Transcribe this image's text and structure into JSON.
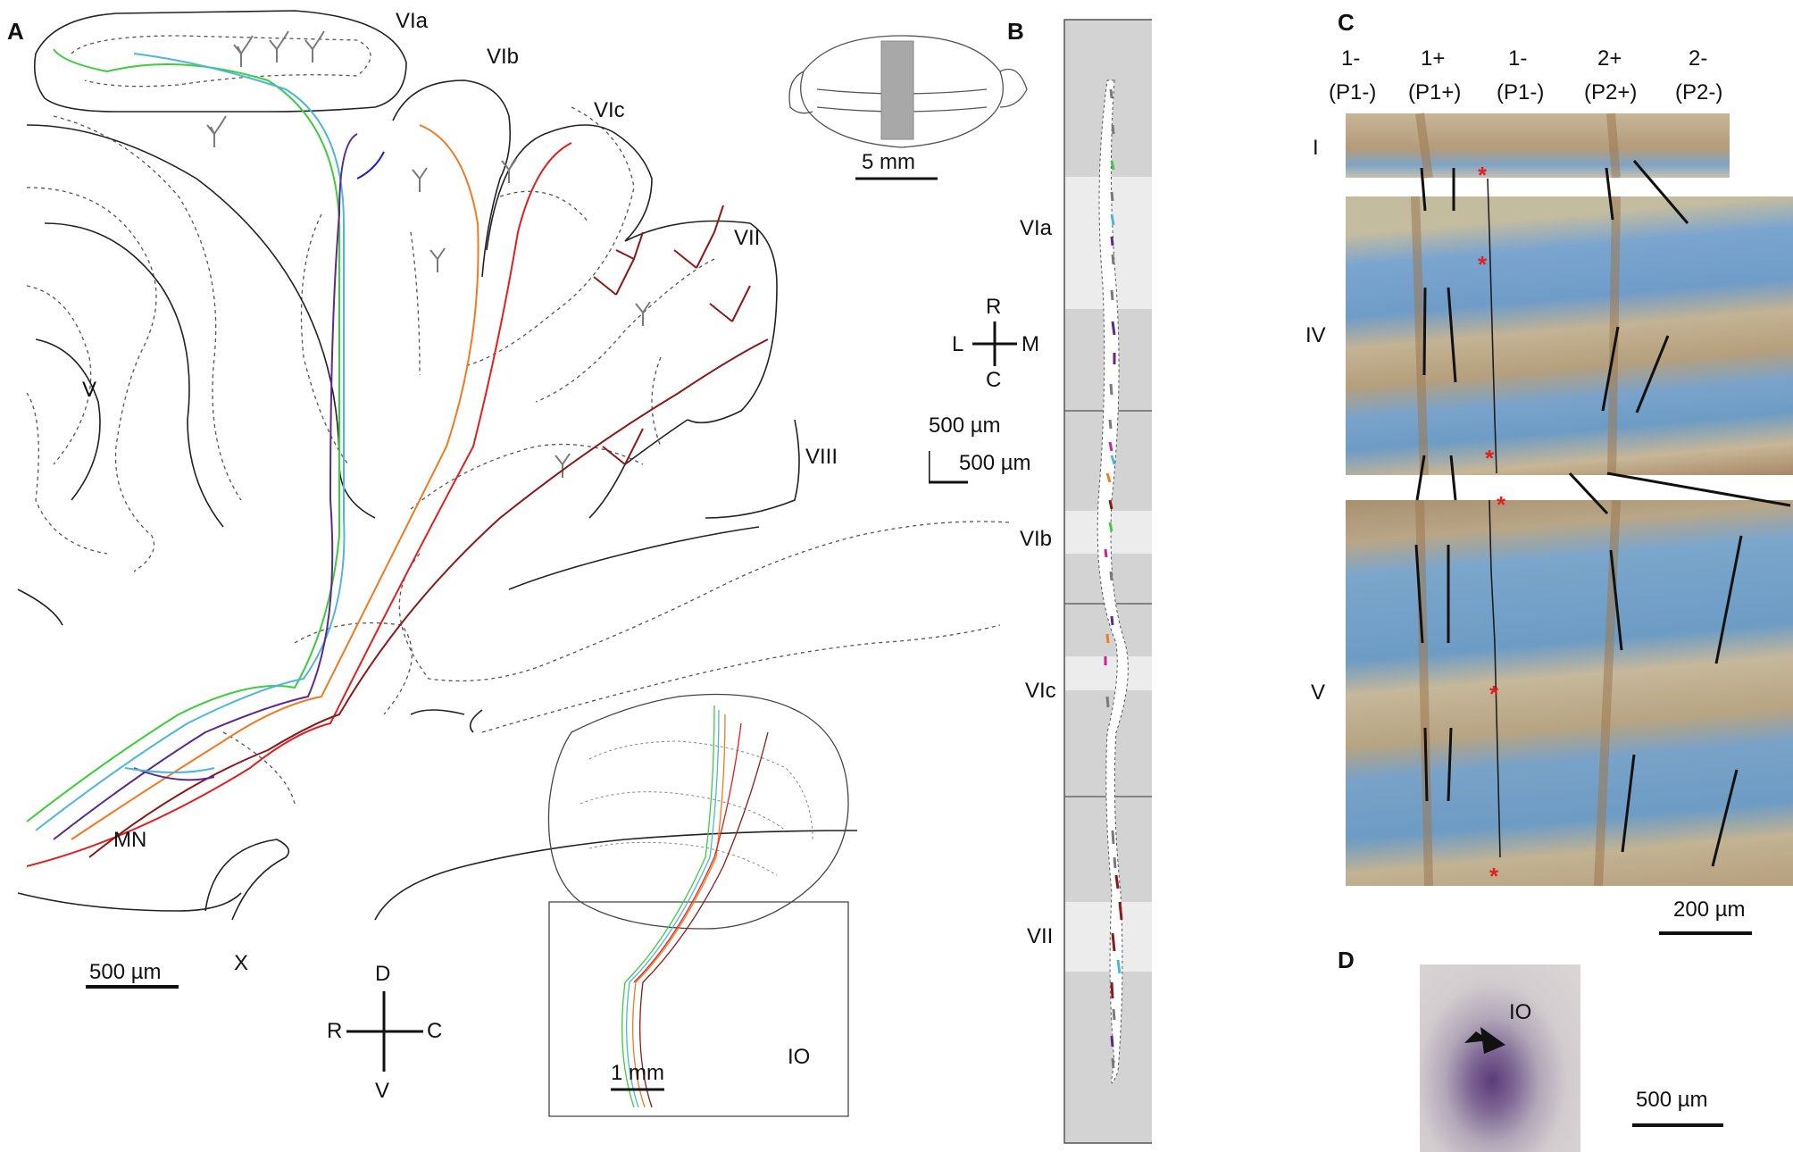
{
  "panels": {
    "A": {
      "letter": "A",
      "lobules": [
        "VIa",
        "VIb",
        "VIc",
        "VII",
        "VIII",
        "V",
        "X",
        "MN"
      ],
      "scale_bar": "500 µm",
      "axes": {
        "top": "D",
        "bottom": "V",
        "left": "R",
        "right": "C"
      },
      "inset_scale": "5 mm",
      "sub_scale": "1 mm",
      "sub_label": "IO"
    },
    "B": {
      "letter": "B",
      "lobules": [
        "VIa",
        "VIb",
        "VIc",
        "VII"
      ],
      "axes": {
        "top": "R",
        "bottom": "C",
        "left": "L",
        "right": "M"
      },
      "scale_h": "500 µm",
      "scale_v": "500 µm"
    },
    "C": {
      "letter": "C",
      "zones": [
        {
          "code": "1-",
          "sub": "(P1-)"
        },
        {
          "code": "1+",
          "sub": "(P1+)"
        },
        {
          "code": "1-",
          "sub": "(P1-)"
        },
        {
          "code": "2+",
          "sub": "(P2+)"
        },
        {
          "code": "2-",
          "sub": "(P2-)"
        }
      ],
      "rows": [
        "I",
        "IV",
        "V"
      ],
      "scale_bar": "200 µm"
    },
    "D": {
      "letter": "D",
      "label": "IO",
      "scale_bar": "500 µm"
    }
  },
  "colors": {
    "green": "#3dcc3d",
    "cyan": "#4fb6d8",
    "purple": "#5b2a8c",
    "orange": "#f07a22",
    "red": "#e02020",
    "darkred": "#8b1a1a",
    "blue": "#1c22c8",
    "gray": "#7a7a7a",
    "neon": "#33ee33",
    "tissue_blue": "#6d9cc4",
    "tissue_tan": "#c9b597",
    "tissue_brown": "#9d7a52"
  }
}
